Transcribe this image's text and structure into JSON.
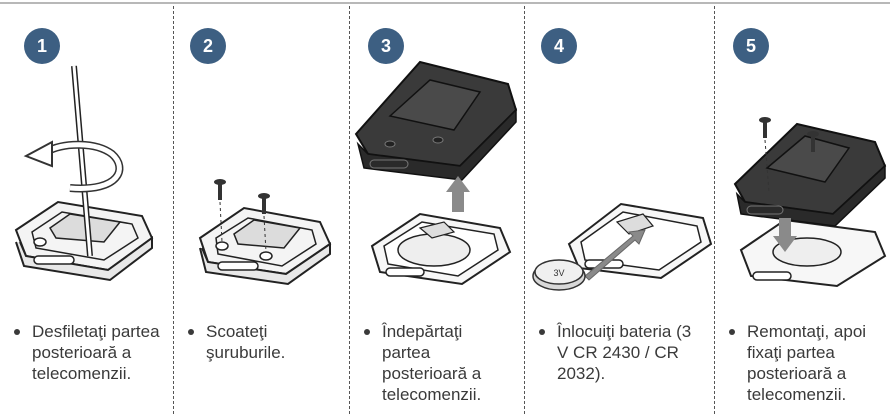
{
  "steps": [
    {
      "number": "1",
      "text": "Desfiletaţi partea posterioară a telecomenzii."
    },
    {
      "number": "2",
      "text": "Scoateţi şuruburile."
    },
    {
      "number": "3",
      "text": "Îndepărtaţi partea posterioară a telecomenzii."
    },
    {
      "number": "4",
      "text": "Înlocuiţi bateria (3 V CR 2430 / CR 2032)."
    },
    {
      "number": "5",
      "text": "Remontaţi, apoi fixaţi partea posterioară a telecomenzii."
    }
  ],
  "battery": {
    "label": "3V"
  },
  "colors": {
    "badge": "#3d5f82",
    "arrow": "#8a8a8a",
    "cover": "#3a3a3a"
  }
}
